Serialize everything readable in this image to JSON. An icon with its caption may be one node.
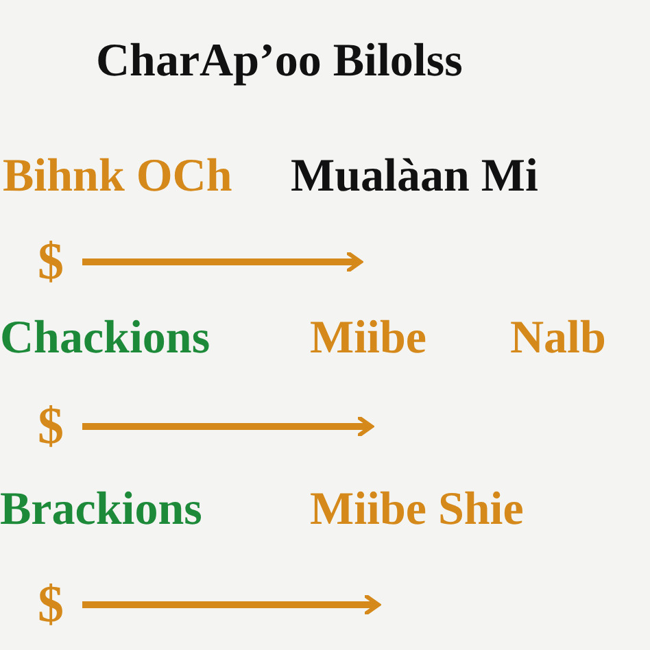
{
  "diagram": {
    "title": "CharAp’oo Bilolss",
    "nodes": [
      {
        "text": [
          "$"
        ]
      },
      {
        "text": [
          "$"
        ]
      },
      {
        "text": [
          "$"
        ]
      }
    ],
    "edges": [
      {
        "from": 0,
        "to": null,
        "arrow": "to"
      },
      {
        "from": 1,
        "to": null,
        "arrow": "to"
      },
      {
        "from": 2,
        "to": null,
        "arrow": "to"
      }
    ],
    "labels": [
      "Bihnk OCh",
      "Mualàan Mi",
      "Chackions",
      "Miibe",
      "Nalb",
      "Brackions",
      "Miibe Shie"
    ]
  }
}
